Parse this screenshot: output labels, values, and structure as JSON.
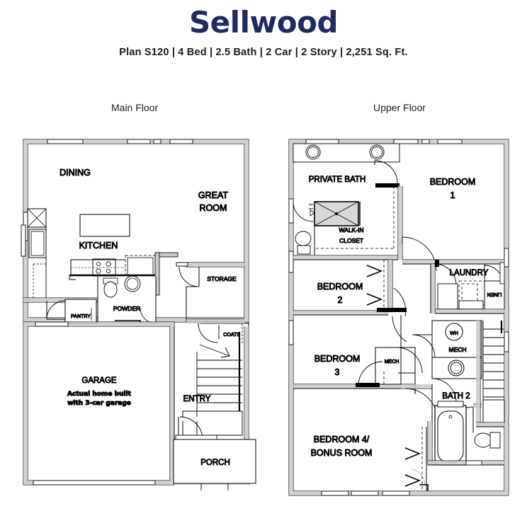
{
  "header": {
    "title": "Sellwood",
    "specs": "Plan S120 |  4 Bed  |  2.5 Bath | 2 Car |  2 Story |  2,251 Sq. Ft.",
    "title_color": "#1f2a5e"
  },
  "floors": [
    {
      "id": "main",
      "caption": "Main Floor"
    },
    {
      "id": "upper",
      "caption": "Upper Floor"
    }
  ],
  "main_floor": {
    "rooms": {
      "dining": "DINING",
      "kitchen": "KITCHEN",
      "great_room_line1": "GREAT",
      "great_room_line2": "ROOM",
      "storage": "STORAGE",
      "pantry": "PANTRY",
      "powder": "POWDER",
      "coats": "COATS",
      "entry": "ENTRY",
      "garage": "GARAGE",
      "porch": "PORCH"
    },
    "garage_note_line1": "Actual home built",
    "garage_note_line2": "with 3-car garage"
  },
  "upper_floor": {
    "rooms": {
      "private_bath": "PRIVATE BATH",
      "walk_in_closet_line1": "WALK-IN",
      "walk_in_closet_line2": "CLOSET",
      "bedroom1_line1": "BEDROOM",
      "bedroom1_line2": "1",
      "bedroom2_line1": "BEDROOM",
      "bedroom2_line2": "2",
      "bedroom3_line1": "BEDROOM",
      "bedroom3_line2": "3",
      "bedroom4_line1": "BEDROOM 4/",
      "bedroom4_line2": "BONUS ROOM",
      "laundry": "LAUNDRY",
      "linen": "LINEN",
      "mech_upper": "MECH",
      "mech_hall": "MECH",
      "bath2": "BATH 2",
      "water_heater": "WH"
    }
  },
  "style": {
    "wall_fill": "#c9c9c9",
    "line_color": "#000000",
    "paper": "#ffffff"
  }
}
